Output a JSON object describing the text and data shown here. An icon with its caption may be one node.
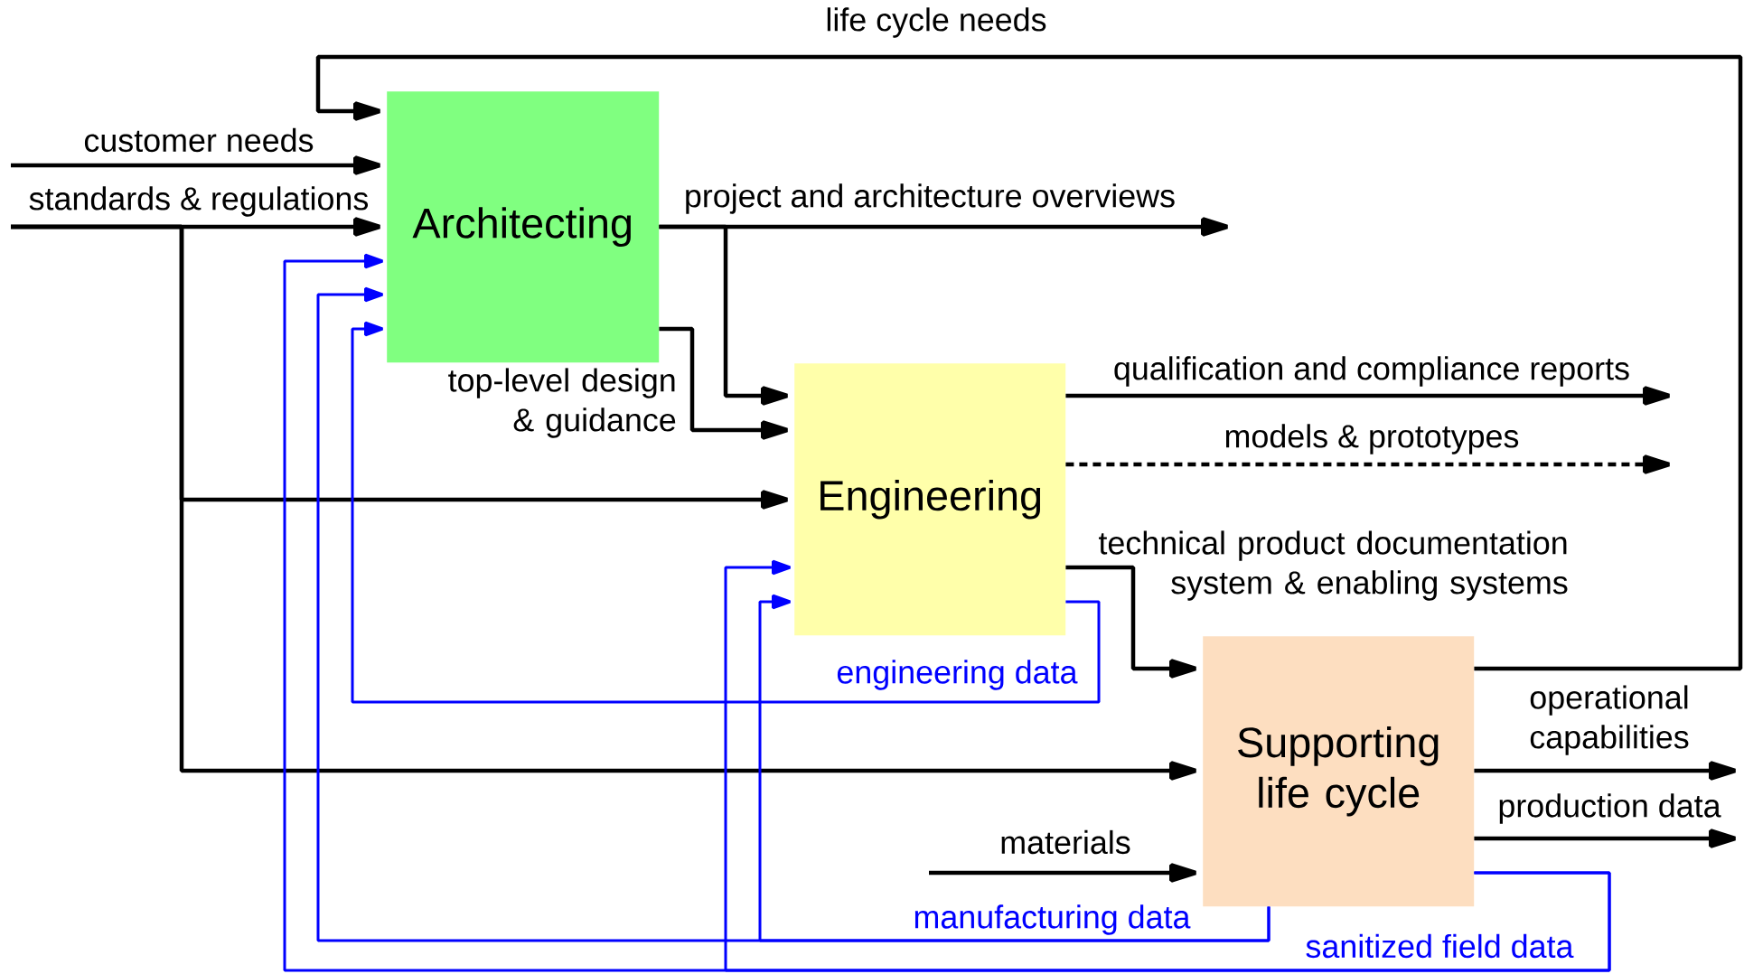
{
  "diagram": {
    "nodes": [
      {
        "text": [
          "Architecting"
        ]
      },
      {
        "text": [
          "Engineering"
        ]
      },
      {
        "text": [
          "Supporting life cycle"
        ]
      }
    ],
    "edges": [
      {
        "from": 2,
        "to": 0,
        "arrow": "to",
        "label": "life cycle needs"
      },
      {
        "from": null,
        "to": 0,
        "arrow": "to",
        "label": "customer needs"
      },
      {
        "from": null,
        "to": 0,
        "arrow": "to",
        "label": "standards & regulations"
      },
      {
        "from": null,
        "to": 1,
        "arrow": "to"
      },
      {
        "from": null,
        "to": 2,
        "arrow": "to"
      },
      {
        "from": 0,
        "to": null,
        "arrow": "to",
        "label": "project and architecture overviews"
      },
      {
        "from": 0,
        "to": 1,
        "arrow": "to"
      },
      {
        "from": 0,
        "to": 1,
        "arrow": "to",
        "label": "top-level design & guidance"
      },
      {
        "from": 1,
        "to": null,
        "arrow": "to",
        "label": "qualification and compliance reports"
      },
      {
        "from": 1,
        "to": null,
        "arrow": "to",
        "label": "models & prototypes",
        "style": "dashed"
      },
      {
        "from": 1,
        "to": 2,
        "arrow": "to",
        "label": "technical product documentation system & enabling systems"
      },
      {
        "from": 1,
        "to": 0,
        "arrow": "to",
        "label": "engineering data",
        "color": "#0000ff"
      },
      {
        "from": 2,
        "to": null,
        "arrow": "to",
        "label": "operational capabilities"
      },
      {
        "from": 2,
        "to": null,
        "arrow": "to",
        "label": "production data"
      },
      {
        "from": null,
        "to": 2,
        "arrow": "to",
        "label": "materials"
      },
      {
        "from": 2,
        "to": 0,
        "arrow": "to",
        "label": "manufacturing data",
        "color": "#0000ff"
      },
      {
        "from": 2,
        "to": 1,
        "arrow": "to",
        "color": "#0000ff"
      },
      {
        "from": 2,
        "to": 0,
        "arrow": "to",
        "label": "sanitized field data",
        "color": "#0000ff"
      },
      {
        "from": 2,
        "to": 1,
        "arrow": "to",
        "color": "#0000ff"
      }
    ]
  }
}
